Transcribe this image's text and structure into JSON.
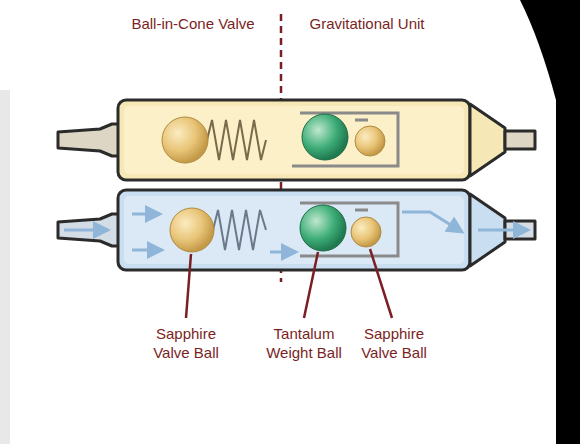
{
  "diagram": {
    "labels": [
      "Ball-in-Cone Valve",
      "Gravitational Unit",
      "Sapphire Valve Ball",
      "Tantalum Weight Ball",
      "Sapphire Valve Ball"
    ]
  }
}
